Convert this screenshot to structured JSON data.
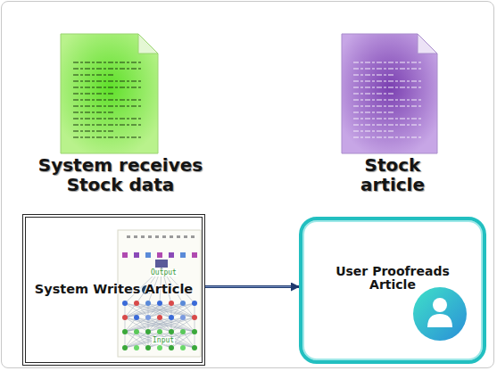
{
  "diagram": {
    "nodes": [
      {
        "text": [
          "System receives Stock data"
        ]
      },
      {
        "text": [
          "Stock article"
        ]
      },
      {
        "text": [
          "System Writes Article"
        ]
      },
      {
        "text": [
          "User Proofreads Article"
        ]
      }
    ],
    "edges": [
      {
        "from": 2,
        "to": 3,
        "arrow": "to"
      }
    ],
    "labels": [
      "Output",
      "Input"
    ]
  }
}
